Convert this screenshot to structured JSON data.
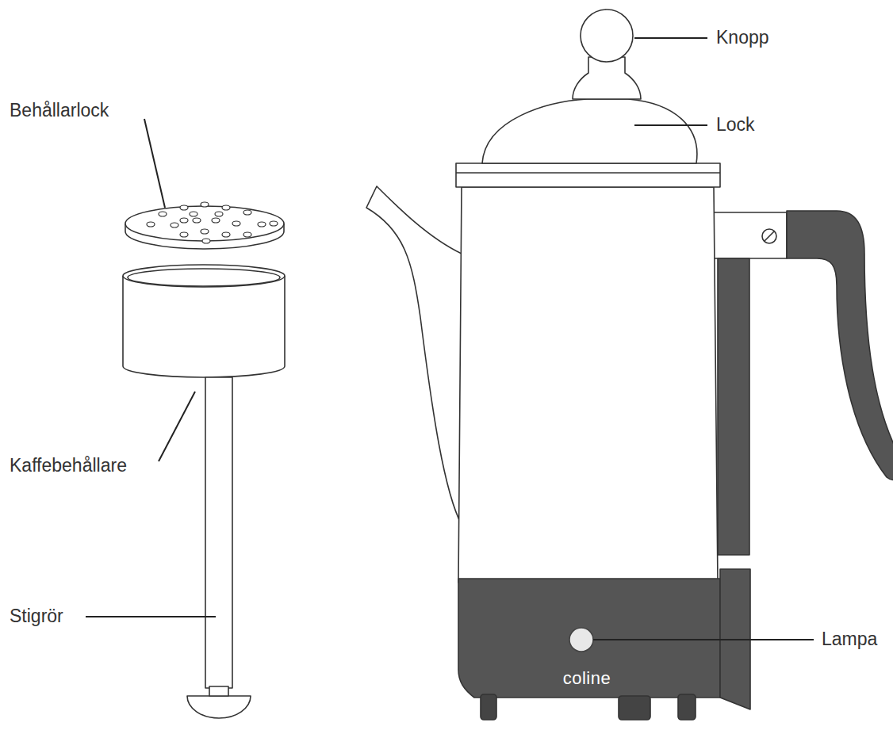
{
  "diagram": {
    "labels": [
      "Behållarlock",
      "Kaffebehållare",
      "Stigrör",
      "Knopp",
      "Lock",
      "Lampa",
      "coline"
    ]
  }
}
